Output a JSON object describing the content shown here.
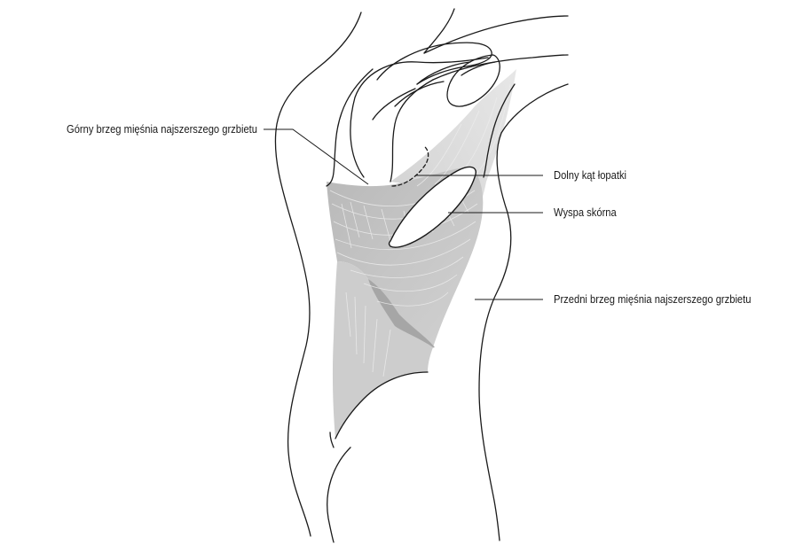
{
  "colors": {
    "outline": "#1a1a1a",
    "muscle_fill": "#c4c4c4",
    "muscle_dark": "#a9a9a9",
    "background": "#ffffff"
  },
  "labels": {
    "upper_border": "Górny brzeg mięśnia najszerszego grzbietu",
    "scapula_angle": "Dolny kąt łopatki",
    "skin_island": "Wyspa skórna",
    "anterior_border": "Przedni brzeg mięśnia najszerszego grzbietu"
  }
}
